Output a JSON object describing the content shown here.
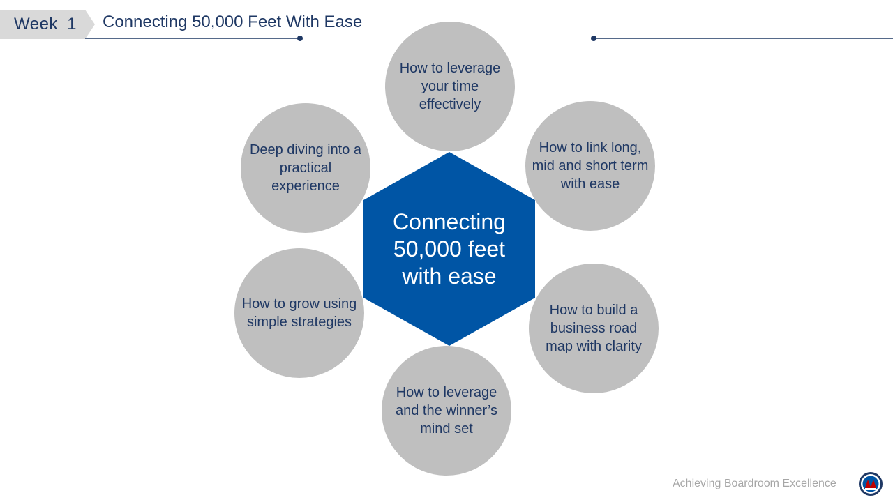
{
  "header": {
    "week_label": "Week 1",
    "title": "Connecting 50,000 Feet With Ease"
  },
  "diagram": {
    "center": "Connecting 50,000 feet with ease",
    "nodes": [
      "How to leverage your time effectively",
      "How to link long, mid and short term with ease",
      "How to build a business road map with clarity",
      "How to leverage and the winner’s mind set",
      "How to grow using simple strategies",
      "Deep diving into a practical experience"
    ]
  },
  "footer": {
    "tagline": "Achieving Boardroom Excellence",
    "logo_icon": "boardroom-logo-icon"
  },
  "colors": {
    "primary_blue": "#0055a5",
    "navy_text": "#1f3864",
    "circle_grey": "#bfbfbf",
    "tab_grey": "#d9d9d9",
    "footer_grey": "#a6a6a6",
    "logo_red": "#c00000"
  }
}
